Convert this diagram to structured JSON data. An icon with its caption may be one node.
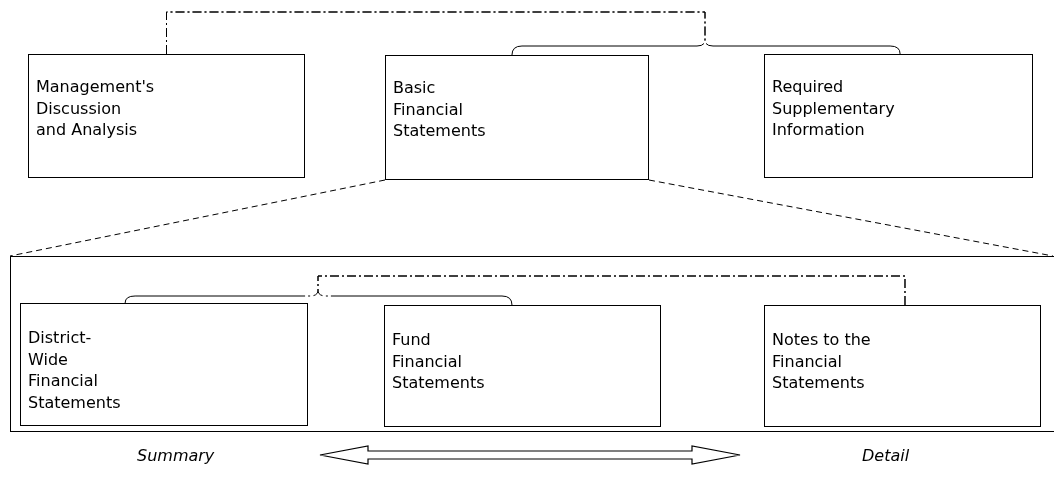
{
  "diagram": {
    "nodes": [
      {
        "text": [
          "Management's Discussion and Analysis"
        ]
      },
      {
        "text": [
          "Basic Financial Statements"
        ]
      },
      {
        "text": [
          "Required Supplementary Information"
        ]
      },
      {
        "text": [],
        "shape": "box"
      },
      {
        "text": [
          "District-Wide Financial Statements"
        ],
        "in": 3
      },
      {
        "text": [
          "Fund Financial Statements"
        ],
        "in": 3
      },
      {
        "text": [
          "Notes to the Financial Statements"
        ],
        "in": 3
      }
    ],
    "edges": [
      {
        "from": 0,
        "to": 1,
        "arrow": "none",
        "style": "dashed"
      },
      {
        "from": 0,
        "to": 2,
        "arrow": "none",
        "style": "dashed"
      },
      {
        "from": 1,
        "to": 3,
        "arrow": "none",
        "style": "dashed"
      },
      {
        "from": 1,
        "to": 3,
        "arrow": "none",
        "style": "dashed"
      },
      {
        "from": 6,
        "to": 4,
        "arrow": "none",
        "style": "dashed"
      },
      {
        "from": 6,
        "to": 5,
        "arrow": "none",
        "style": "dashed"
      }
    ],
    "labels": [
      "Summary",
      "Detail"
    ]
  }
}
